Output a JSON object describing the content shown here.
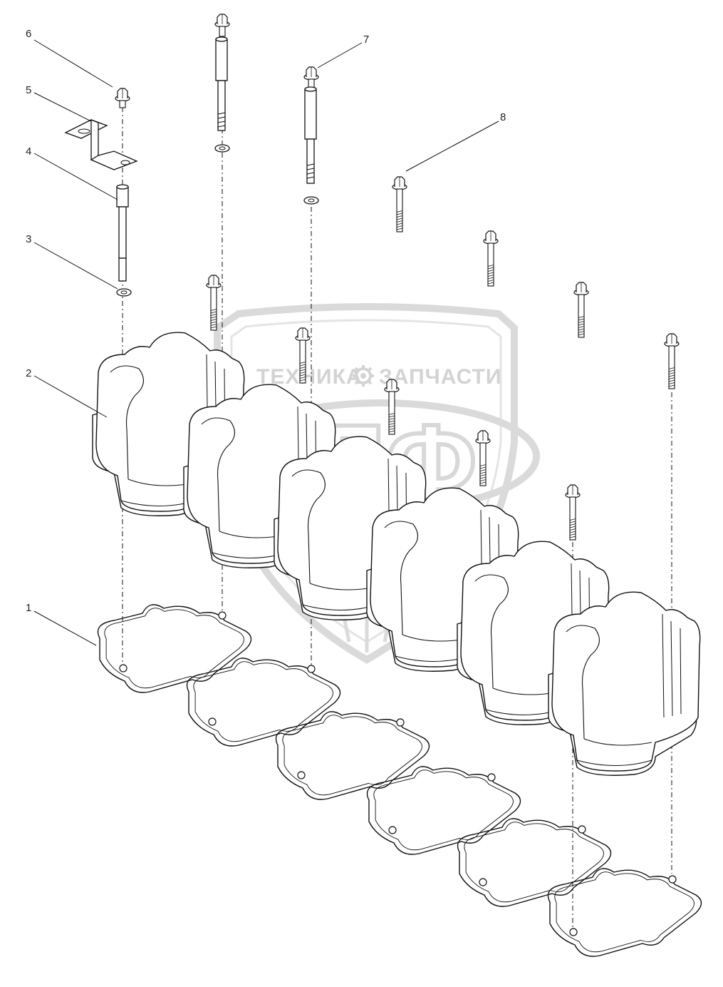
{
  "diagram": {
    "callouts": [
      {
        "id": "1",
        "label": "1"
      },
      {
        "id": "2",
        "label": "2"
      },
      {
        "id": "3",
        "label": "3"
      },
      {
        "id": "4",
        "label": "4"
      },
      {
        "id": "5",
        "label": "5"
      },
      {
        "id": "6",
        "label": "6"
      },
      {
        "id": "7",
        "label": "7"
      },
      {
        "id": "8",
        "label": "8"
      }
    ]
  },
  "watermark": {
    "left_text": "ТЕХНИКА",
    "right_text": "ЗАПЧАСТИ",
    "logo_letters": "ЭЛФ",
    "gear_icon": "gear-icon",
    "wheat_icon": "wheat-icon"
  }
}
